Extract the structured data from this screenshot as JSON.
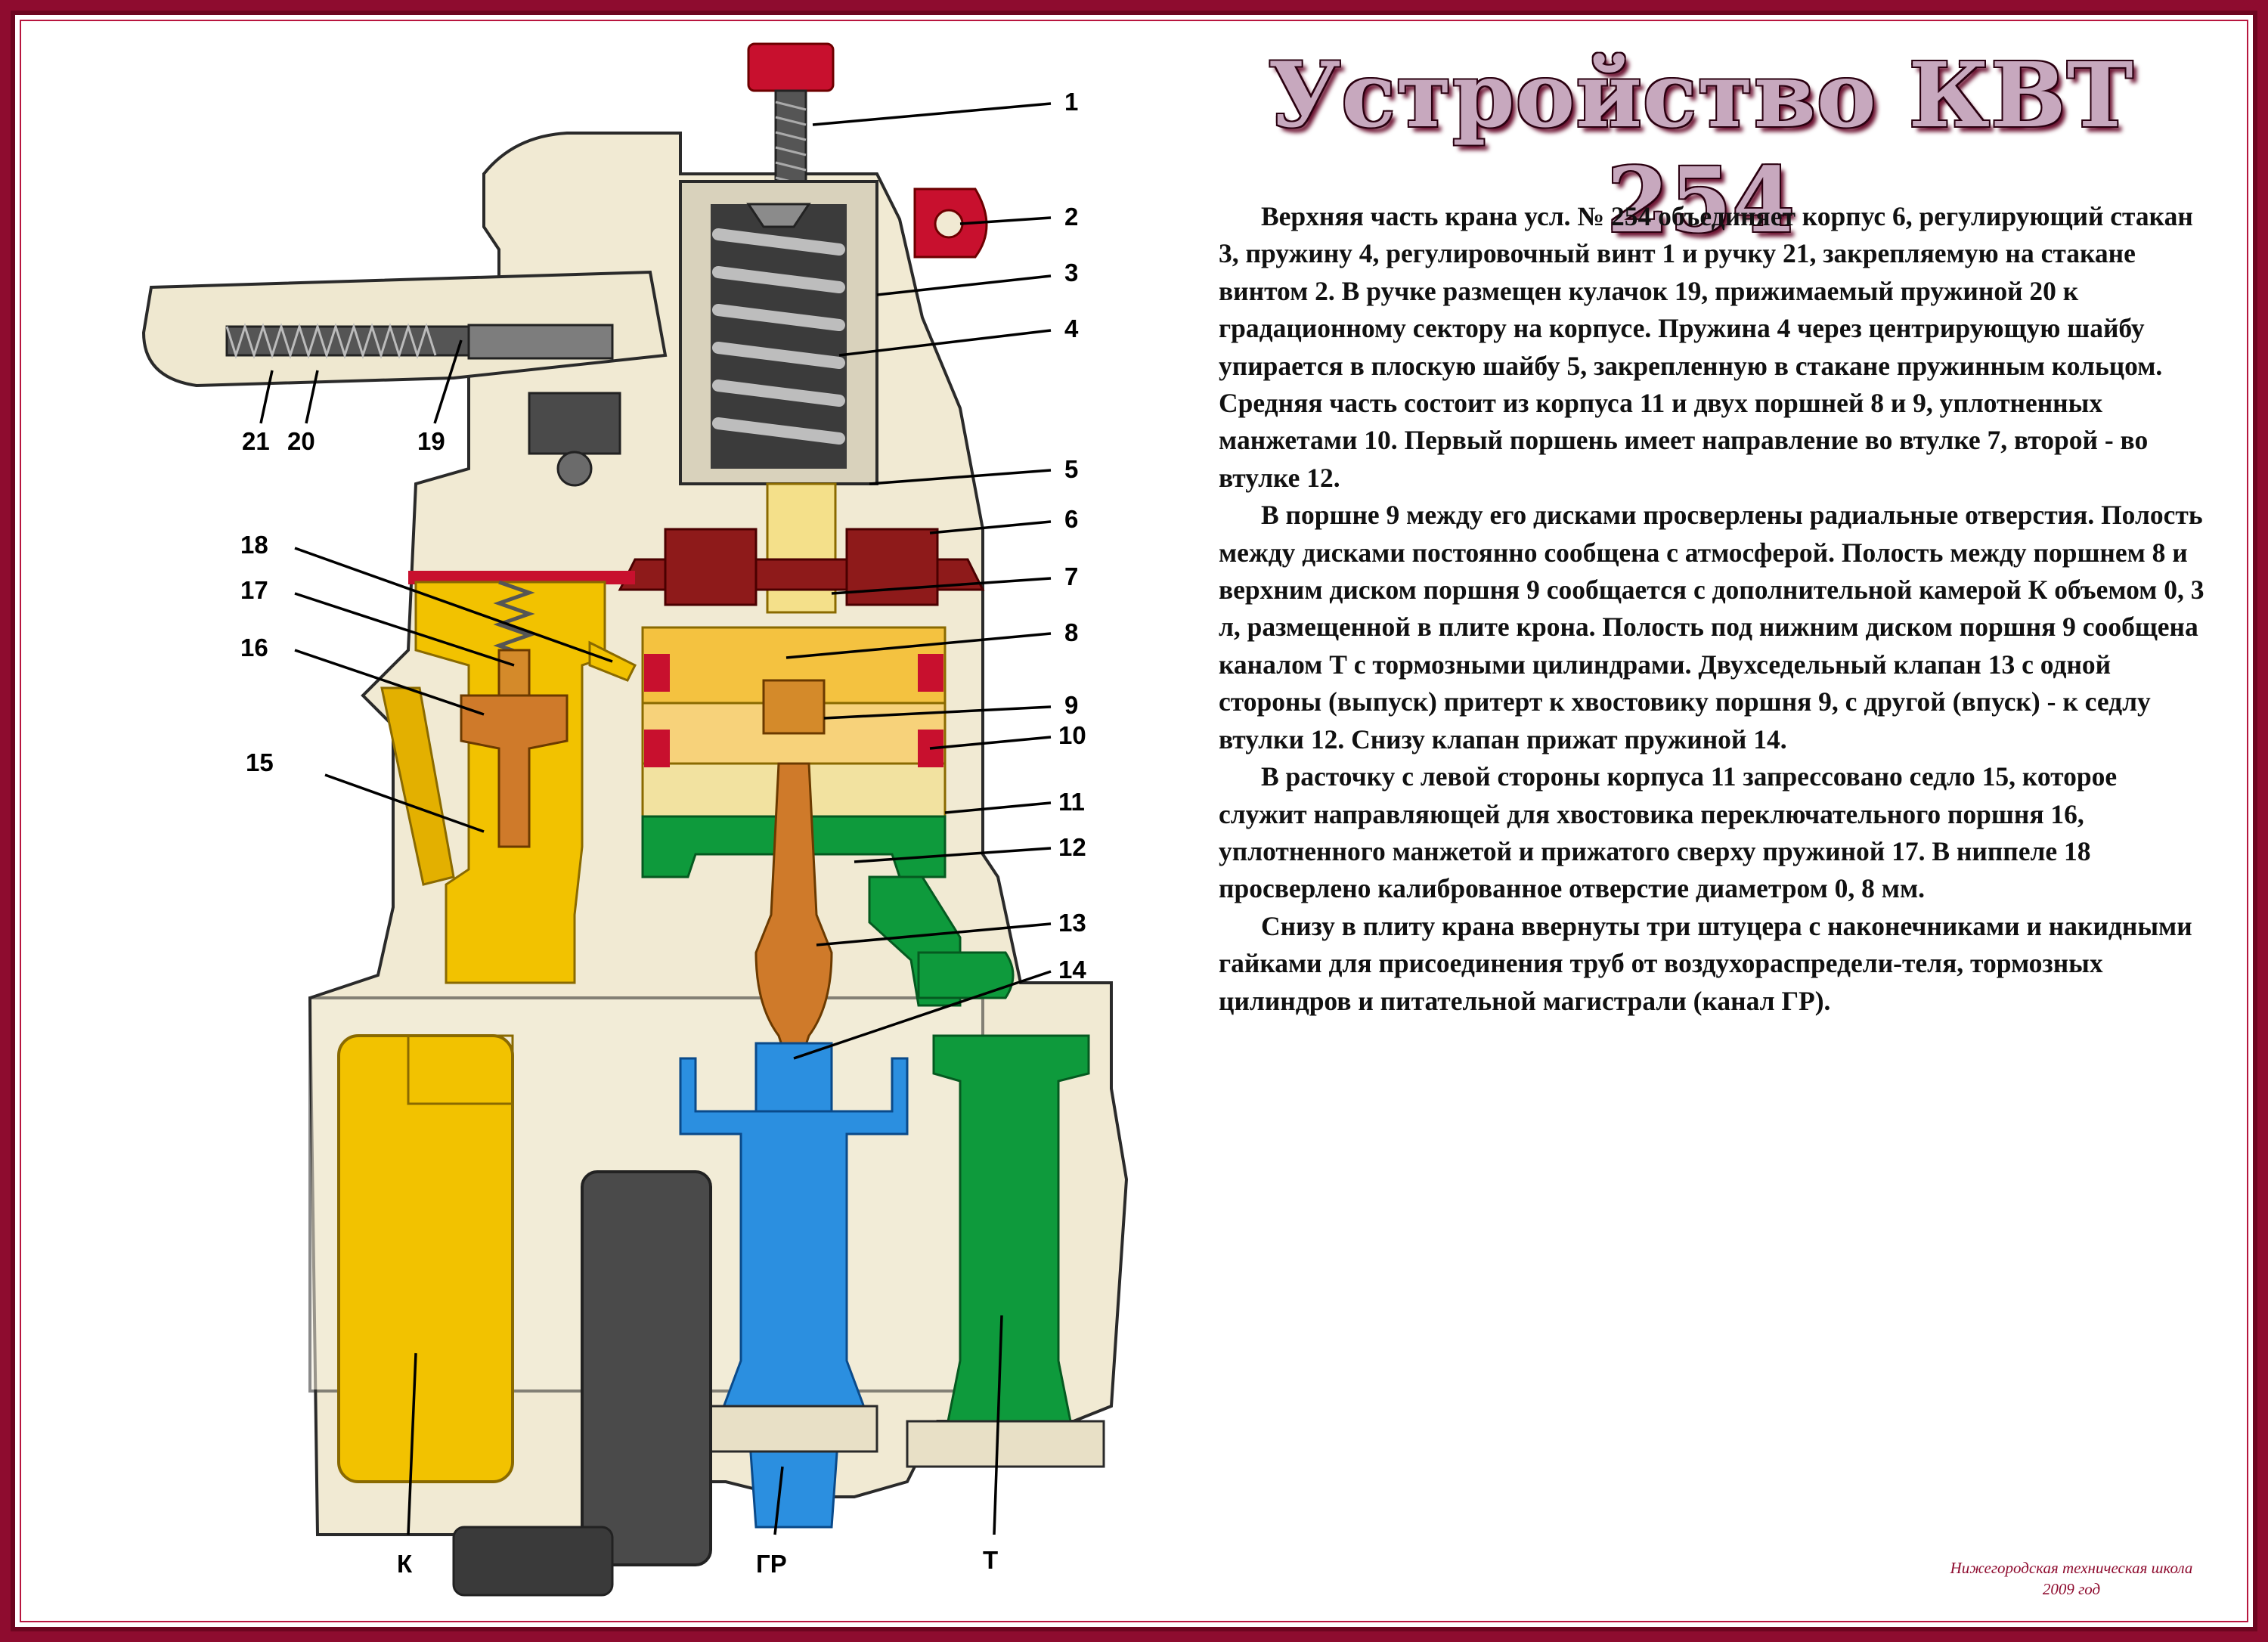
{
  "title": "Устройство КВТ 254",
  "paragraphs": [
    {
      "indent": true,
      "text": "Верхняя часть крана усл. № 254 объединяет корпус 6, регулирующий стакан 3, пружину 4, регулировочный винт 1 и ручку 21, закрепляемую на стакане винтом 2. В ручке размещен кулачок 19, прижимаемый пружиной 20 к градационному сектору на корпусе. Пружина 4 через центрирующую шайбу упирается в плоскую шайбу 5, закрепленную в стакане пружинным кольцом."
    },
    {
      "indent": false,
      "text": "Средняя часть состоит из корпуса 11 и двух поршней 8 и 9, уплотненных манжетами 10. Первый поршень имеет направление во втулке 7, второй - во втулке 12."
    },
    {
      "indent": true,
      "text": "В поршне 9 между его дисками просверлены радиальные отверстия. Полость между дисками постоянно сообщена с атмосферой. Полость между поршнем 8 и верхним диском поршня 9 сообщается с дополнительной камерой К объемом 0, 3 л, размещенной в плите крона. Полость под нижним диском поршня 9 сообщена каналом Т с тормозными цилиндрами. Двухседельный клапан 13 с одной стороны (выпуск) притерт к хвостовику поршня 9, с другой (впуск) - к седлу втулки 12. Снизу клапан прижат пружиной 14."
    },
    {
      "indent": true,
      "text": "В расточку с левой стороны корпуса 11 запрессовано седло 15, которое служит направляющей для хвостовика переключательного поршня 16, уплотненного манжетой и прижатого сверху пружиной 17. В ниппеле 18 просверлено калиброванное отверстие диаметром 0, 8 мм."
    },
    {
      "indent": true,
      "text": "Снизу в плиту крана ввернуты три штуцера с наконечниками и накидными гайками для присоединения труб от воздухораспредели-теля, тормозных цилиндров и питательной магистрали (канал ГР)."
    }
  ],
  "footer": {
    "line1": "Нижегородская техническая школа",
    "line2": "2009 год"
  },
  "labels": {
    "n1": "1",
    "n2": "2",
    "n3": "3",
    "n4": "4",
    "n5": "5",
    "n6": "6",
    "n7": "7",
    "n8": "8",
    "n9": "9",
    "n10": "10",
    "n11": "11",
    "n12": "12",
    "n13": "13",
    "n14": "14",
    "n15": "15",
    "n16": "16",
    "n17": "17",
    "n18": "18",
    "n19": "19",
    "n20": "20",
    "n21": "21",
    "k": "К",
    "gr": "ГР",
    "t": "Т"
  },
  "colors": {
    "frame": "#8e0c2f",
    "body": "#f1ead3",
    "yellow": "#f2c200",
    "red": "#c8102e",
    "blue": "#2b8fe0",
    "green": "#0e9a3c",
    "copper": "#cf7a2a",
    "dark": "#3b3b3b",
    "gray": "#8b8b8b"
  }
}
